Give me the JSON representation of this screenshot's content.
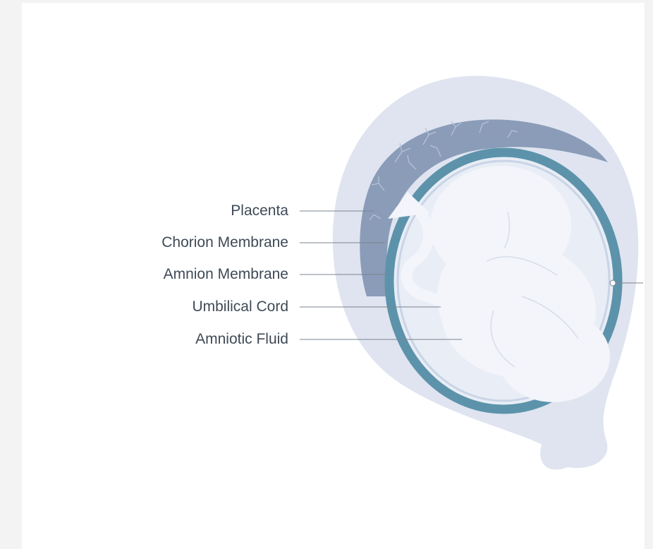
{
  "labels": {
    "placenta": "Placenta",
    "chorion": "Chorion Membrane",
    "amnion": "Amnion Membrane",
    "cord": "Umbilical Cord",
    "fluid": "Amniotic Fluid"
  },
  "colors": {
    "uterus": "#dfe4f0",
    "placenta": "#8a9cb8",
    "chorion": "#5c93ab",
    "fluid": "#e8edf6",
    "fetus": "#f3f5fa",
    "leader": "#7a8490"
  },
  "icons": [
    "fetus-icon",
    "umbilical-cord-arrow-icon"
  ]
}
